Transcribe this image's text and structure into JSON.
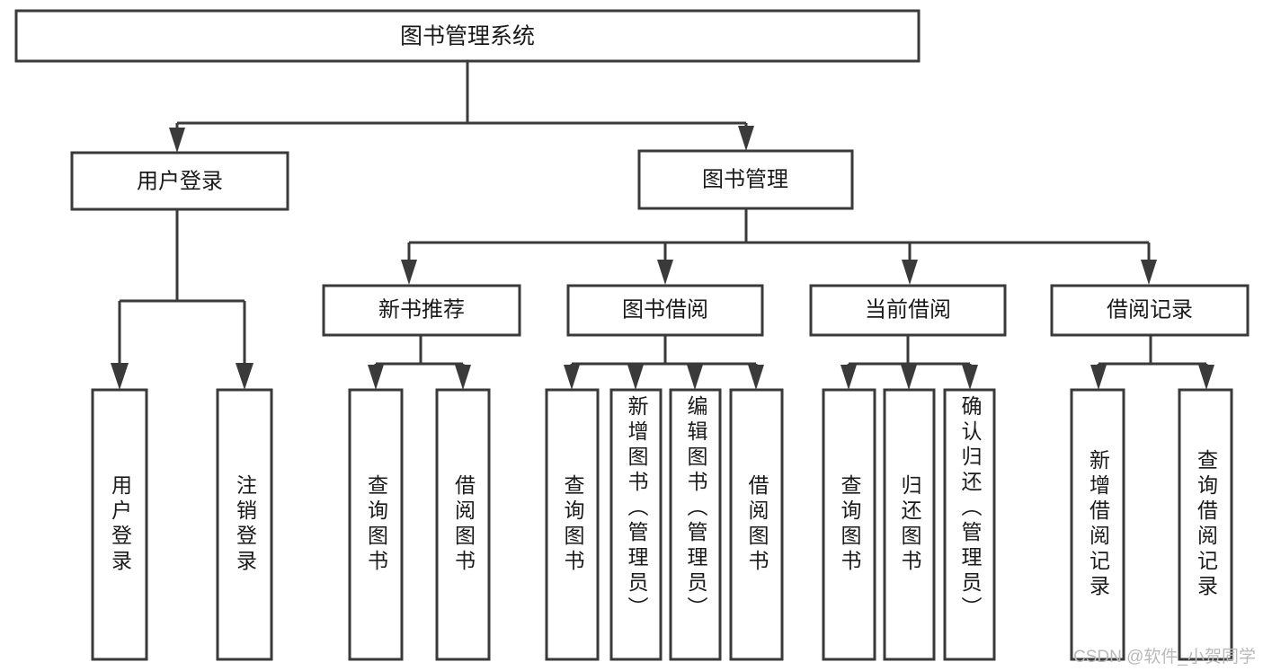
{
  "diagram": {
    "type": "tree-hierarchy-flowchart",
    "title": "图书管理系统",
    "watermark": "CSDN @软件_小贺同学",
    "colors": {
      "background": "#ffffff",
      "box_fill": "#ffffff",
      "stroke": "#3a3a3a",
      "text": "#1a1a1a",
      "watermark": "#b9b9b9"
    },
    "root": {
      "id": "root",
      "label": "图书管理系统",
      "orientation": "horizontal"
    },
    "level2": [
      {
        "id": "user-login",
        "label": "用户登录",
        "orientation": "horizontal"
      },
      {
        "id": "book-manage",
        "label": "图书管理",
        "orientation": "horizontal"
      }
    ],
    "level3": [
      {
        "id": "new-book-recommend",
        "label": "新书推荐",
        "parent": "book-manage",
        "orientation": "horizontal"
      },
      {
        "id": "book-borrow",
        "label": "图书借阅",
        "parent": "book-manage",
        "orientation": "horizontal"
      },
      {
        "id": "current-borrow",
        "label": "当前借阅",
        "parent": "book-manage",
        "orientation": "horizontal"
      },
      {
        "id": "borrow-record",
        "label": "借阅记录",
        "parent": "book-manage",
        "orientation": "horizontal"
      }
    ],
    "leaves": [
      {
        "id": "leaf-user-login",
        "label": "用户登录",
        "parent": "user-login",
        "orientation": "vertical"
      },
      {
        "id": "leaf-user-logout",
        "label": "注销登录",
        "parent": "user-login",
        "orientation": "vertical"
      },
      {
        "id": "leaf-query-book-1",
        "label": "查询图书",
        "parent": "new-book-recommend",
        "orientation": "vertical"
      },
      {
        "id": "leaf-borrow-book-1",
        "label": "借阅图书",
        "parent": "new-book-recommend",
        "orientation": "vertical"
      },
      {
        "id": "leaf-query-book-2",
        "label": "查询图书",
        "parent": "book-borrow",
        "orientation": "vertical"
      },
      {
        "id": "leaf-add-book",
        "label": "新增图书（管理员）",
        "parent": "book-borrow",
        "orientation": "vertical"
      },
      {
        "id": "leaf-edit-book",
        "label": "编辑图书（管理员）",
        "parent": "book-borrow",
        "orientation": "vertical"
      },
      {
        "id": "leaf-borrow-book-2",
        "label": "借阅图书",
        "parent": "book-borrow",
        "orientation": "vertical"
      },
      {
        "id": "leaf-query-book-3",
        "label": "查询图书",
        "parent": "current-borrow",
        "orientation": "vertical"
      },
      {
        "id": "leaf-return-book",
        "label": "归还图书",
        "parent": "current-borrow",
        "orientation": "vertical"
      },
      {
        "id": "leaf-confirm-return",
        "label": "确认归还（管理员）",
        "parent": "current-borrow",
        "orientation": "vertical"
      },
      {
        "id": "leaf-add-record",
        "label": "新增借阅记录",
        "parent": "borrow-record",
        "orientation": "vertical"
      },
      {
        "id": "leaf-query-record",
        "label": "查询借阅记录",
        "parent": "borrow-record",
        "orientation": "vertical"
      }
    ]
  }
}
